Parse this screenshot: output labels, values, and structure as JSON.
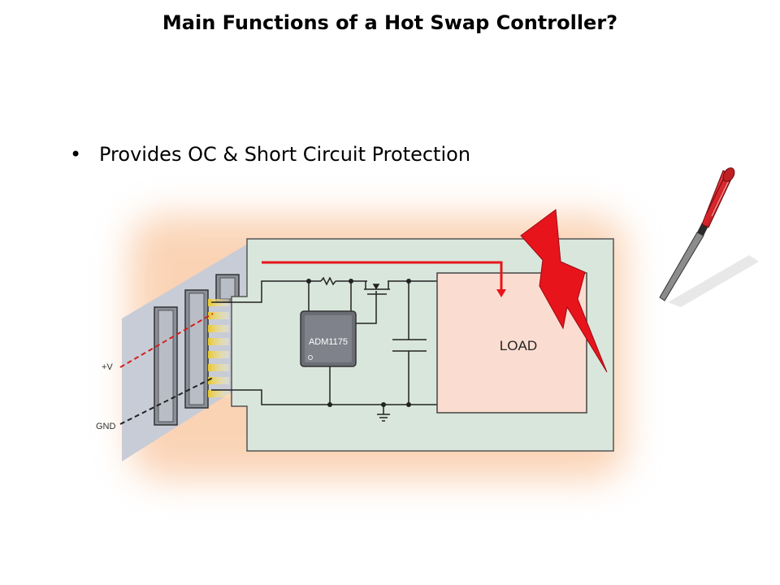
{
  "slide": {
    "title": "Main Functions of a Hot Swap Controller?",
    "bullet_marker": "•",
    "bullet_text": "Provides OC & Short Circuit Protection"
  },
  "diagram": {
    "chip_label": "ADM1175",
    "load_label": "LOAD",
    "vplus_label": "+V",
    "gnd_label": "GND",
    "colors": {
      "board": "#d9e6dc",
      "load": "#fbdcd0",
      "fault_arrow": "#e8141c",
      "glow": "#f6a664",
      "backplane": "#c8ccd6"
    }
  },
  "screwdriver": {
    "handle_color": "#d6242a"
  }
}
